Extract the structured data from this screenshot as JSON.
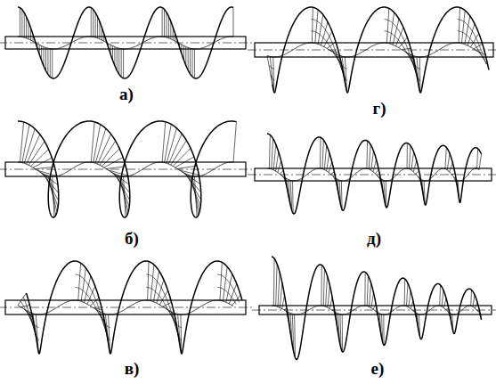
{
  "diagram": {
    "labels": [
      "а)",
      "г)",
      "б)",
      "д)",
      "в)",
      "е)"
    ]
  }
}
